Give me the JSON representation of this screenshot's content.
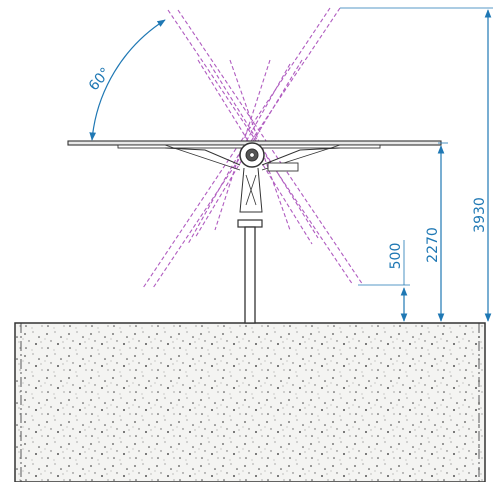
{
  "colors": {
    "dimension": "#1f78b4",
    "structure": "#333333",
    "tilt_trace": "#b05cc0",
    "foundation_fill": "#f4f4f2"
  },
  "annotations": {
    "angle_label": "60°",
    "dim_total_height": "3930",
    "dim_pivot_height": "2270",
    "dim_clearance": "500"
  }
}
